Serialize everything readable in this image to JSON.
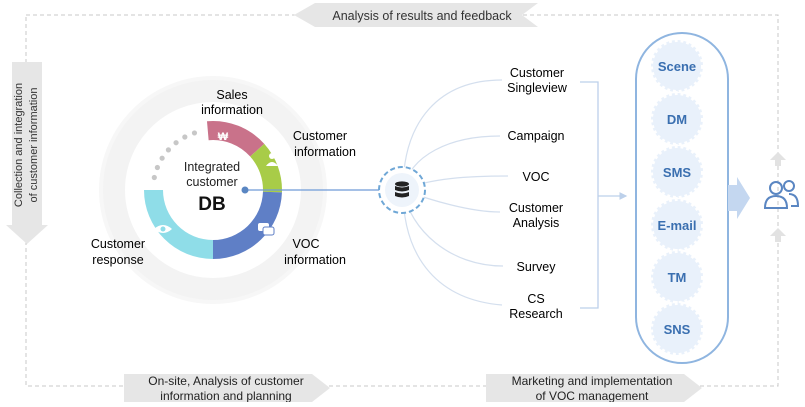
{
  "top_banner": {
    "label": "Analysis of results and feedback"
  },
  "left_banner": {
    "line1": "Collection and integration",
    "line2": "of customer information"
  },
  "bottom_left_banner": {
    "line1": "On-site, Analysis of customer",
    "line2": "information and planning"
  },
  "bottom_right_banner": {
    "line1": "Marketing and implementation",
    "line2": "of VOC management"
  },
  "db_ring": {
    "center_line1": "Integrated",
    "center_line2": "customer",
    "center_main": "DB",
    "segments": [
      {
        "line1": "Sales",
        "line2": "information",
        "color": "#c9728a",
        "icon": "won-icon"
      },
      {
        "line1": "Customer",
        "line2": "information",
        "color": "#a8cc48",
        "icon": "person-plus-icon"
      },
      {
        "line1": "VOC",
        "line2": "information",
        "color": "#5f7fc6",
        "icon": "chat-bubble-icon"
      },
      {
        "line1": "Customer",
        "line2": "response",
        "color": "#8fdde8",
        "icon": "eye-icon"
      }
    ]
  },
  "hub": {
    "icon": "database-icon",
    "color": "#5a86c2"
  },
  "activities": [
    {
      "line1": "Customer",
      "line2": "Singleview"
    },
    {
      "line1": "Campaign",
      "line2": ""
    },
    {
      "line1": "VOC",
      "line2": ""
    },
    {
      "line1": "Customer",
      "line2": "Analysis"
    },
    {
      "line1": "Survey",
      "line2": ""
    },
    {
      "line1": "CS",
      "line2": "Research"
    }
  ],
  "channels": [
    "Scene",
    "DM",
    "SMS",
    "E-mail",
    "TM",
    "SNS"
  ],
  "target": {
    "icon": "users-icon"
  },
  "colors": {
    "accent": "#6f9ad8",
    "channel_text": "#3a6fb0",
    "banner": "#e6e6e6"
  }
}
